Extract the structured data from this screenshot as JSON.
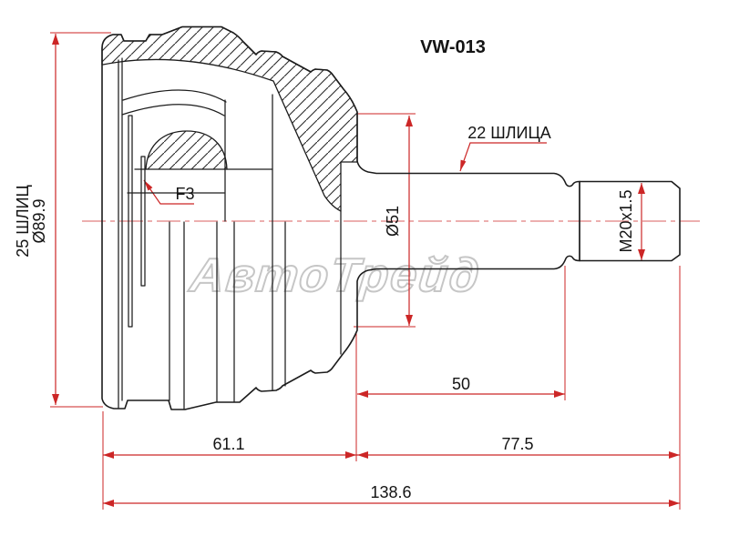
{
  "title": "VW-013",
  "watermark": "АвтоТрейд",
  "part": {
    "type_note": "CV joint outer cross-section drawing",
    "labels": {
      "outer_splines_line1": "25 ШЛИЦ",
      "outer_splines_line2": "Ø89.9",
      "circlip": "F3",
      "shaft_splines": "22 ШЛИЦА",
      "boss_diameter": "Ø51",
      "thread": "M20x1.5"
    },
    "dimensions": {
      "spline_length": "50",
      "body_length": "61.1",
      "shaft_length": "77.5",
      "total_length": "138.6"
    }
  },
  "colors": {
    "line": "#1c1c1c",
    "dimension": "#cc2626",
    "centerline": "#e07f7f",
    "watermark": "#c6c6c6",
    "background": "#ffffff"
  }
}
